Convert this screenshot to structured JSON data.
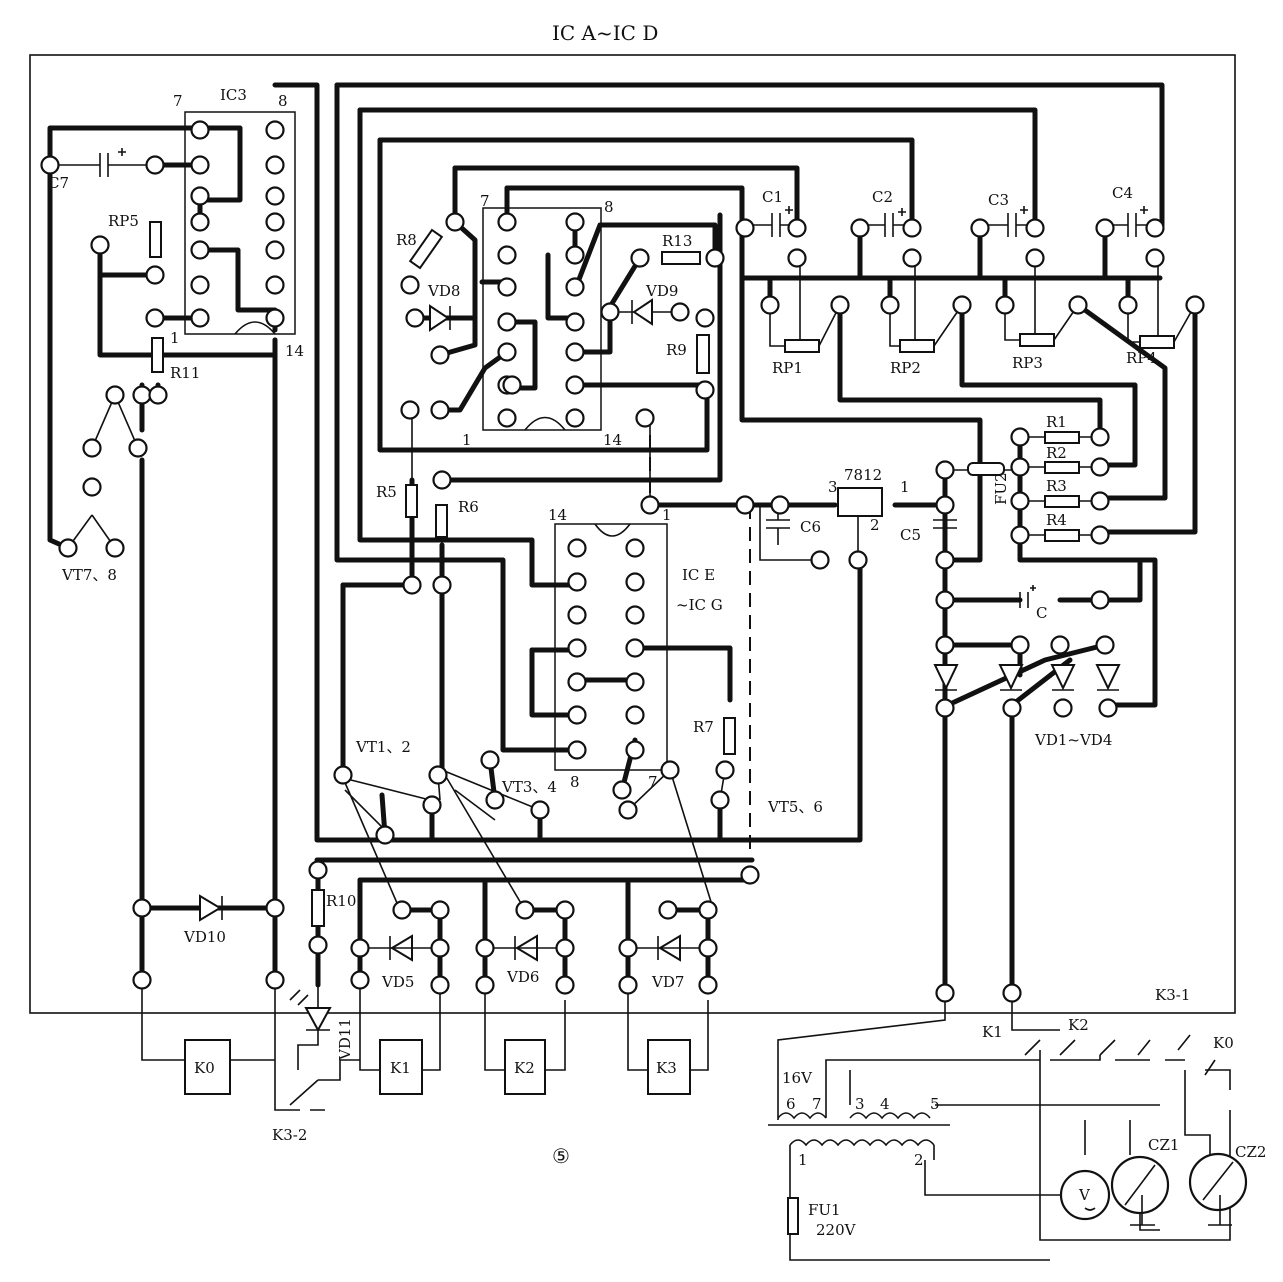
{
  "title": "IC A~IC D",
  "figure_number": "⑤",
  "labels": {
    "ic3": "IC3",
    "ice": "IC E",
    "icg": "~IC G",
    "c7": "C7",
    "rp5": "RP5",
    "r11": "R11",
    "vt78": "VT7、8",
    "r8": "R8",
    "vd8": "VD8",
    "r13": "R13",
    "vd9": "VD9",
    "r9": "R9",
    "c1": "C1",
    "c2": "C2",
    "c3": "C3",
    "c4": "C4",
    "rp1": "RP1",
    "rp2": "RP2",
    "rp3": "RP3",
    "rp4": "RP4",
    "r1": "R1",
    "r2": "R2",
    "r3": "R3",
    "r4": "R4",
    "r5": "R5",
    "r6": "R6",
    "r7": "R7",
    "reg": "7812",
    "c6": "C6",
    "c5": "C5",
    "fu2": "FU2",
    "c": "C",
    "vd14": "VD1~VD4",
    "vt12": "VT1、2",
    "vt34": "VT3、4",
    "vt56": "VT5、6",
    "vd10": "VD10",
    "r10": "R10",
    "vd11": "VD11",
    "vd5": "VD5",
    "vd6": "VD6",
    "vd7": "VD7",
    "k0": "K0",
    "k1": "K1",
    "k2": "K2",
    "k3": "K3",
    "k32": "K3-2",
    "k31": "K3-1",
    "k1sw": "K1",
    "k2sw": "K2",
    "k0sw": "K0",
    "v16": "16V",
    "v220": "220V",
    "fu1": "FU1",
    "cz1": "CZ1",
    "cz2": "CZ2",
    "meter": "V"
  },
  "pins": {
    "p1": "1",
    "p2": "2",
    "p3": "3",
    "p4": "4",
    "p5": "5",
    "p6": "6",
    "p7": "7",
    "p8": "8",
    "p14": "14"
  }
}
